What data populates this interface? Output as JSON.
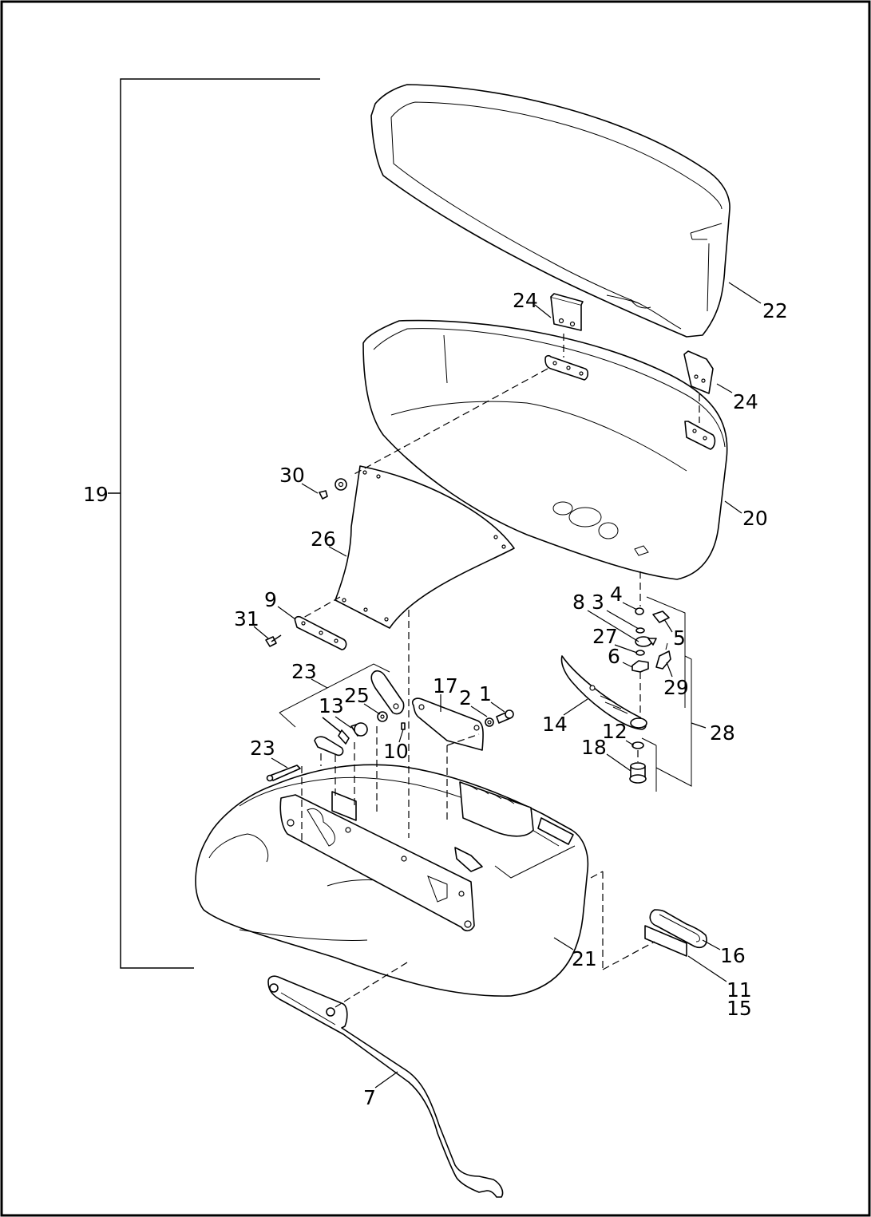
{
  "border_color": "#000000",
  "background": "#ffffff",
  "callouts": {
    "c1": "1",
    "c2": "2",
    "c3": "3",
    "c4": "4",
    "c5": "5",
    "c6": "6",
    "c7": "7",
    "c8": "8",
    "c9": "9",
    "c10": "10",
    "c11": "11",
    "c12": "12",
    "c13": "13",
    "c14": "14",
    "c15": "15",
    "c16": "16",
    "c17": "17",
    "c18": "18",
    "c19": "19",
    "c20": "20",
    "c21": "21",
    "c22": "22",
    "c23a": "23",
    "c23b": "23",
    "c24a": "24",
    "c24b": "24",
    "c25": "25",
    "c26": "26",
    "c27": "27",
    "c28": "28",
    "c29": "29",
    "c30": "30",
    "c31": "31"
  }
}
